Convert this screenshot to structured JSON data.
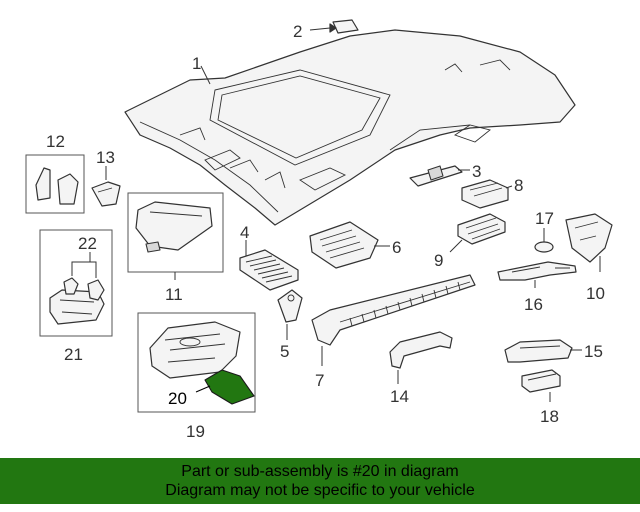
{
  "callouts": {
    "c1": "1",
    "c2": "2",
    "c3": "3",
    "c4": "4",
    "c5": "5",
    "c6": "6",
    "c7": "7",
    "c8": "8",
    "c9": "9",
    "c10": "10",
    "c11": "11",
    "c12": "12",
    "c13": "13",
    "c14": "14",
    "c15": "15",
    "c16": "16",
    "c17": "17",
    "c18": "18",
    "c19": "19",
    "c20": "20",
    "c21": "21",
    "c22": "22"
  },
  "highlight_color": "#227711",
  "banner": {
    "line1": "Part or sub-assembly is #20 in diagram",
    "line2": "Diagram may not be specific to your vehicle",
    "background": "#227711"
  }
}
